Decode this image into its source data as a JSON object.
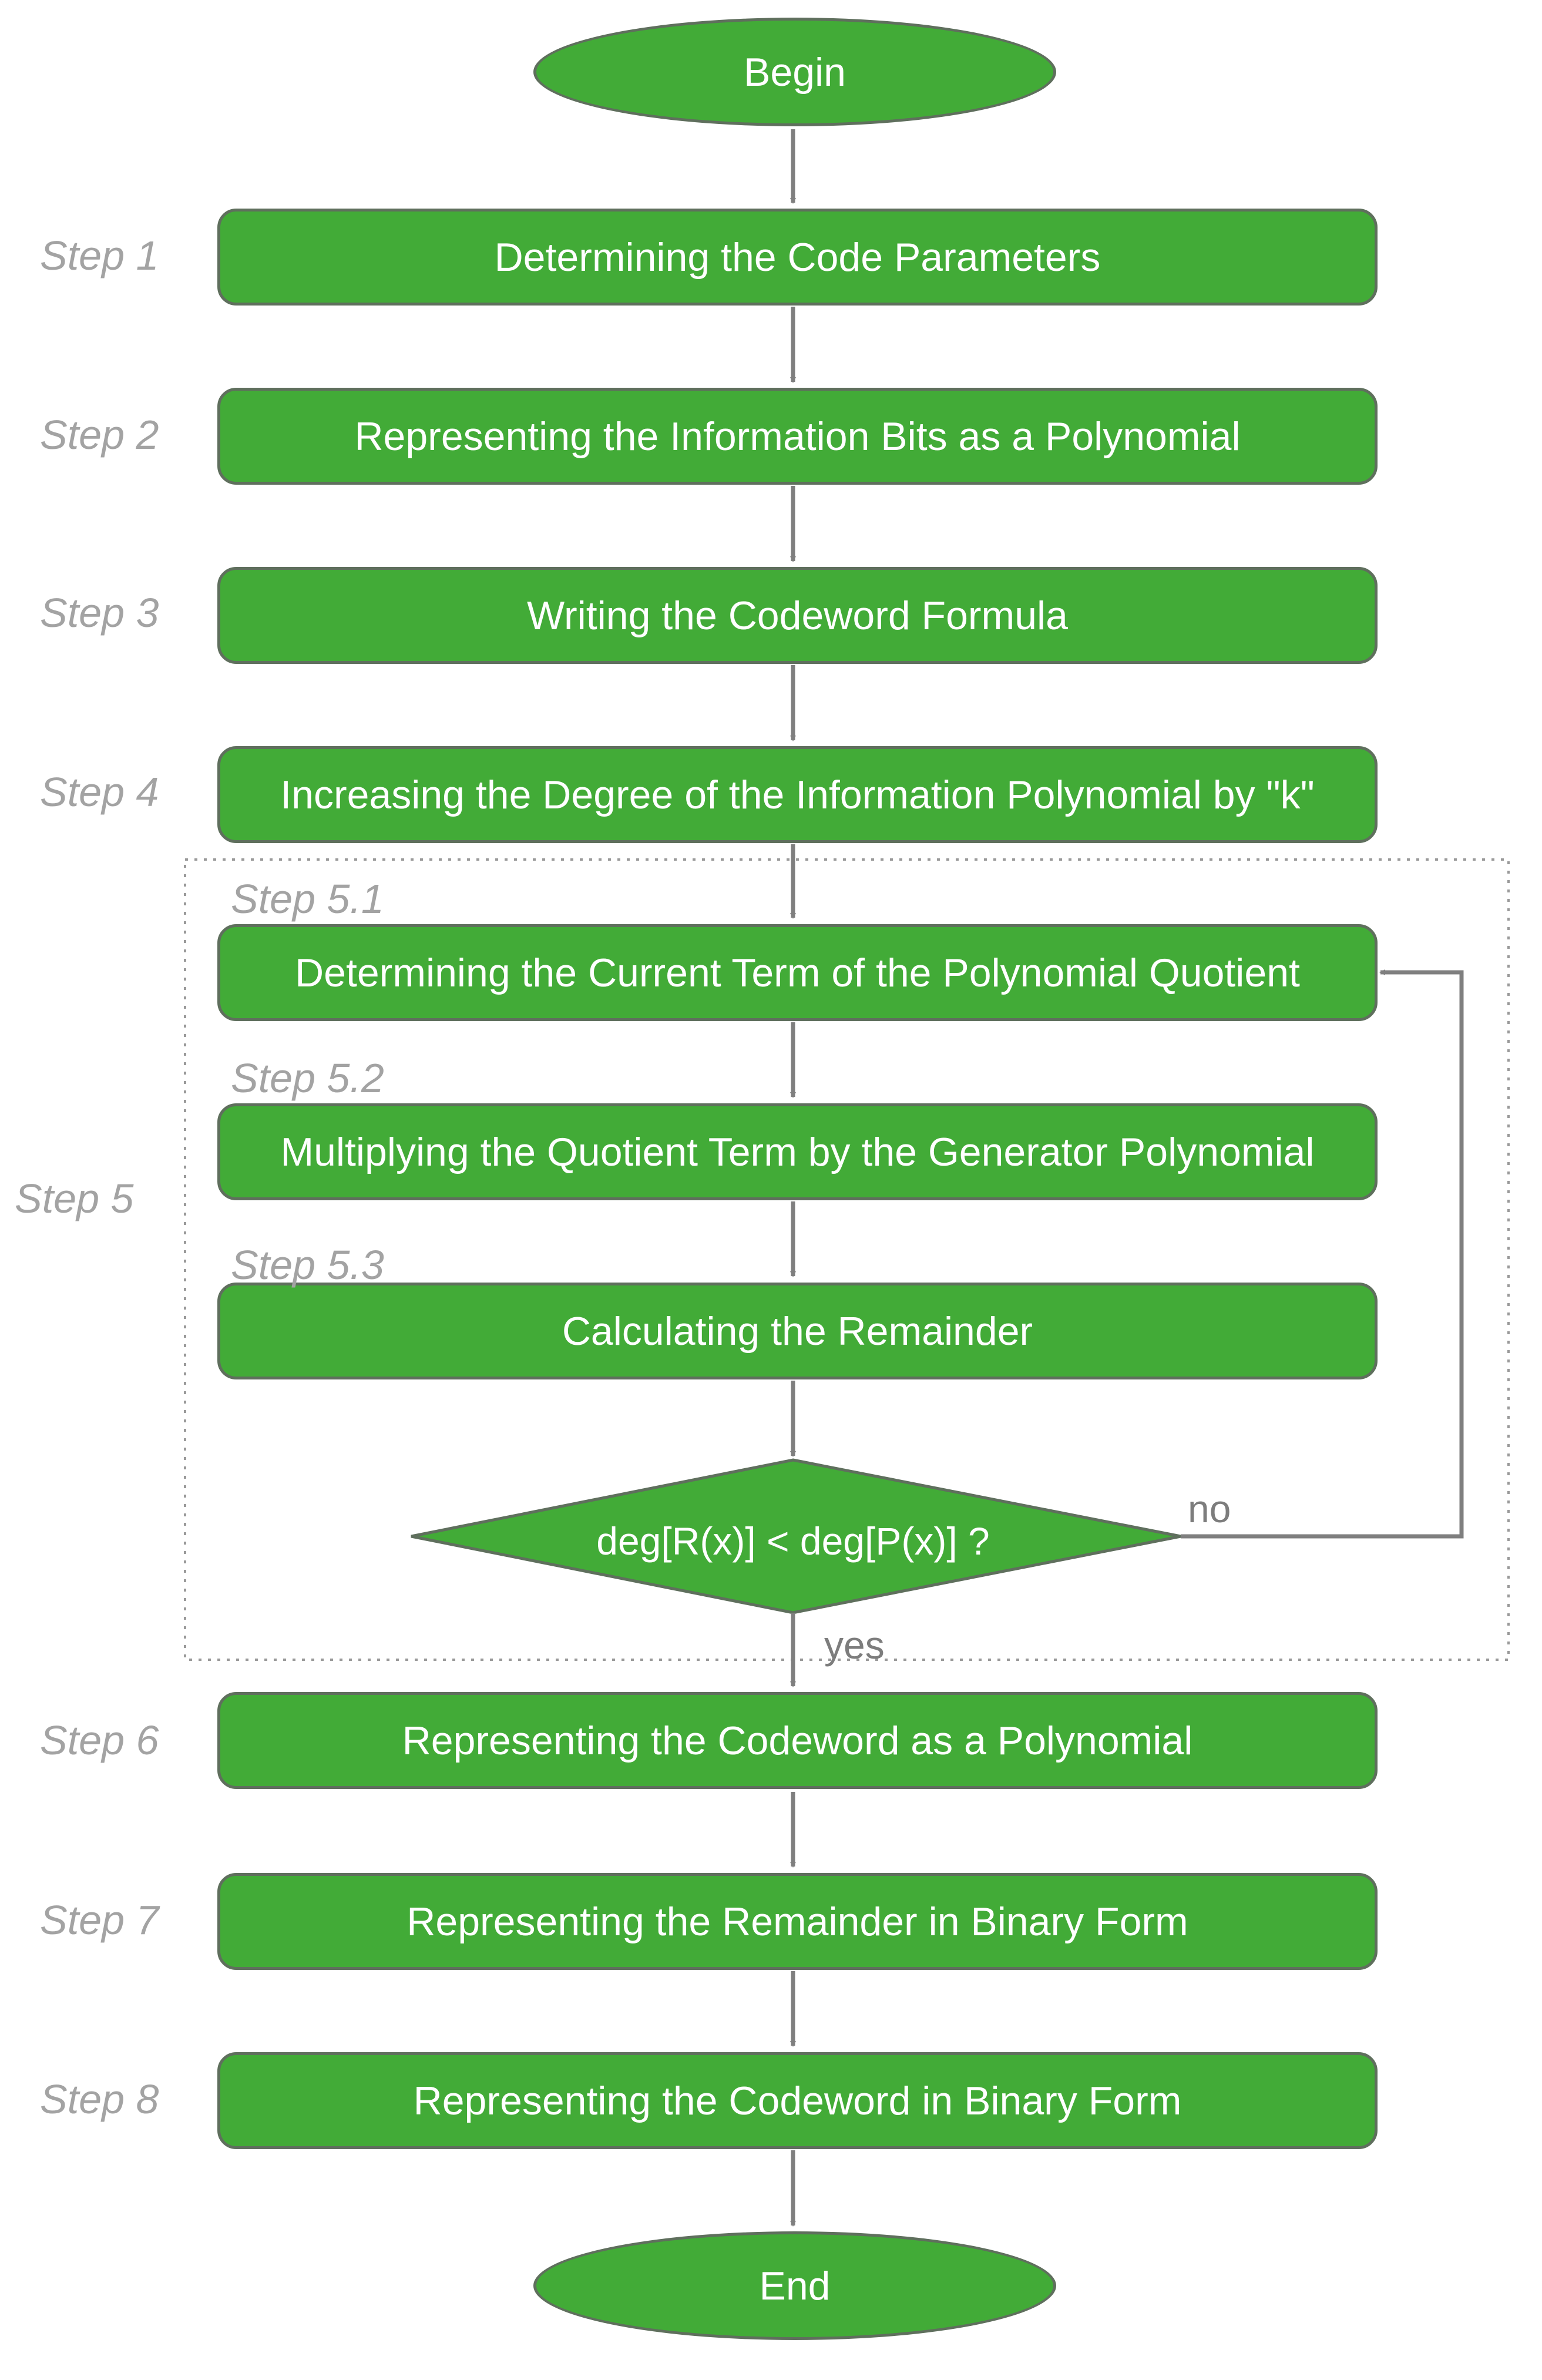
{
  "nodes": {
    "begin": "Begin",
    "step1": "Determining the Code Parameters",
    "step2": "Representing the Information Bits as a Polynomial",
    "step3": "Writing the Codeword Formula",
    "step4": "Increasing the Degree of the Information Polynomial by \"k\"",
    "step5_1": "Determining the Current Term of the Polynomial Quotient",
    "step5_2": "Multiplying the Quotient Term by the Generator Polynomial",
    "step5_3": "Calculating the Remainder",
    "decision": "deg[R(x)] < deg[P(x)] ?",
    "step6": "Representing the Codeword as a Polynomial",
    "step7": "Representing the Remainder in Binary Form",
    "step8": "Representing the Codeword in Binary Form",
    "end": "End"
  },
  "step_labels": {
    "s1": "Step 1",
    "s2": "Step 2",
    "s3": "Step 3",
    "s4": "Step 4",
    "s5": "Step 5",
    "s5_1": "Step 5.1",
    "s5_2": "Step 5.2",
    "s5_3": "Step 5.3",
    "s6": "Step 6",
    "s7": "Step 7",
    "s8": "Step 8"
  },
  "branches": {
    "no": "no",
    "yes": "yes"
  },
  "colors": {
    "node_fill": "#42ab37",
    "node_border": "#5f6f5d",
    "arrow": "#7f7f7f",
    "step_label": "#a3a3a3",
    "group_border": "#9a9a9a"
  }
}
